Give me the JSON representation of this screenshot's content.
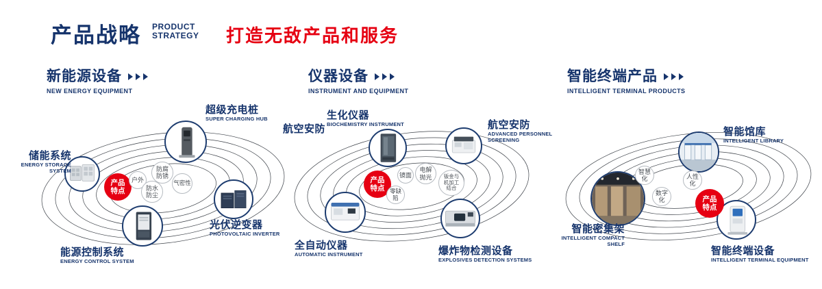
{
  "header": {
    "title": "产品战略",
    "title_en": [
      "PRODUCT",
      "STRATEGY"
    ],
    "slogan": "打造无敌产品和服务"
  },
  "accent_colors": {
    "navy": "#16346c",
    "red": "#e60012"
  },
  "sections": [
    {
      "title": "新能源设备",
      "subtitle": "NEW ENERGY EQUIPMENT",
      "badge": "产品特点",
      "features": [
        "户外",
        "防腐防锈",
        "气密性",
        "防水防尘"
      ],
      "nodes": [
        {
          "label": "储能系统",
          "sublabel": "ENERGY STORAGE SYSTEM"
        },
        {
          "label": "超级充电桩",
          "sublabel": "SUPER CHARGING HUB"
        },
        {
          "label": "光伏逆变器",
          "sublabel": "PHOTOVOLTAIC INVERTER"
        },
        {
          "label": "能源控制系统",
          "sublabel": "ENERGY CONTROL SYSTEM"
        }
      ]
    },
    {
      "title": "仪器设备",
      "subtitle": "INSTRUMENT AND EQUIPMENT",
      "badge": "产品特点",
      "side_label": "航空安防",
      "features": [
        "镜面",
        "电解抛光",
        "钣金与机加工结合",
        "零缺陷"
      ],
      "nodes": [
        {
          "label": "生化仪器",
          "sublabel": "BIOCHEMISTRY INSTRUMENT"
        },
        {
          "label": "航空安防",
          "sublabel": "ADVANCED PERSONNEL SCREENING"
        },
        {
          "label": "全自动仪器",
          "sublabel": "AUTOMATIC INSTRUMENT"
        },
        {
          "label": "爆炸物检测设备",
          "sublabel": "EXPLOSIVES DETECTION SYSTEMS"
        }
      ]
    },
    {
      "title": "智能终端产品",
      "subtitle": "INTELLIGENT TERMINAL PRODUCTS",
      "badge": "产品特点",
      "features": [
        "智慧化",
        "人性化",
        "数字化"
      ],
      "nodes": [
        {
          "label": "智能馆库",
          "sublabel": "INTELLIGENT LIBRARY"
        },
        {
          "label": "智能密集架",
          "sublabel": "INTELLIGENT COMPACT SHELF"
        },
        {
          "label": "智能终端设备",
          "sublabel": "INTELLIGENT TERMINAL EQUIPMENT"
        }
      ]
    }
  ]
}
